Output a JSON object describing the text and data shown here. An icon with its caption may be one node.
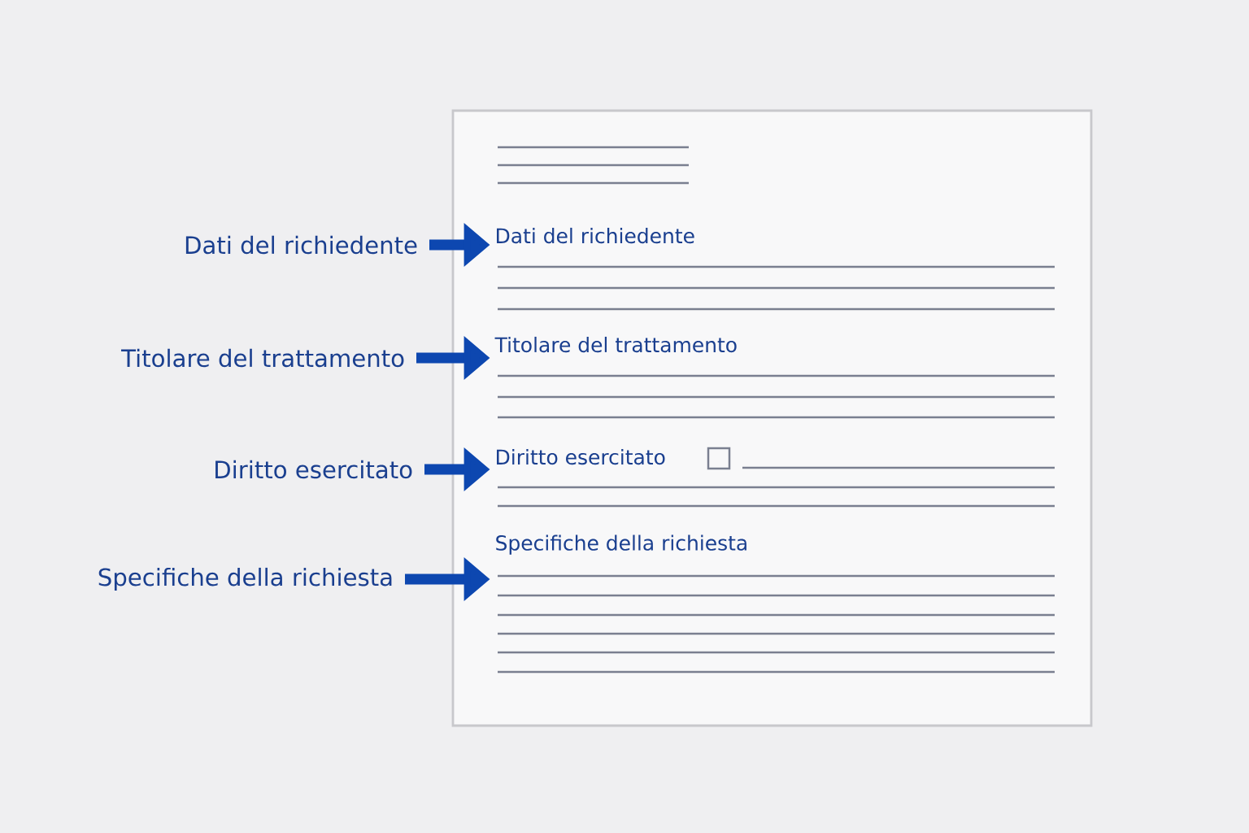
{
  "diagram": {
    "nodes": [
      {
        "text": [],
        "shape": "box"
      },
      {
        "text": [
          "Dati del richiedente"
        ]
      },
      {
        "text": [
          "Titolare del trattamento"
        ]
      },
      {
        "text": [
          "Diritto esercitato"
        ]
      },
      {
        "text": [
          "Specifiche della richiesta"
        ]
      },
      {
        "text": [
          "Dati del richiedente"
        ],
        "in": 0
      },
      {
        "text": [
          "Titolare del trattamento"
        ],
        "in": 0
      },
      {
        "text": [
          "Diritto esercitato"
        ],
        "in": 0
      },
      {
        "text": [
          "Specifiche della richiesta"
        ],
        "in": 0
      }
    ],
    "edges": [
      {
        "from": 1,
        "to": 5,
        "arrow": "to"
      },
      {
        "from": 2,
        "to": 6,
        "arrow": "to"
      },
      {
        "from": 3,
        "to": 7,
        "arrow": "to"
      },
      {
        "from": 4,
        "to": 8,
        "arrow": "to"
      }
    ]
  }
}
